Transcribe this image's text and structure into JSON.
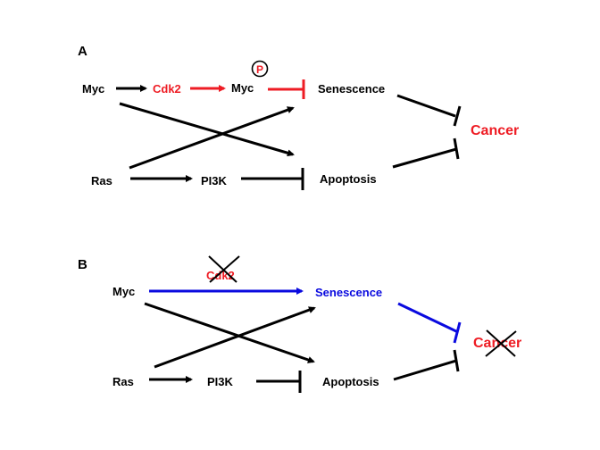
{
  "colors": {
    "black": "#000000",
    "red": "#ee1c24",
    "blue": "#0a0adf"
  },
  "panel_a": {
    "label": "A",
    "nodes": {
      "myc": "Myc",
      "cdk2": "Cdk2",
      "myc_p": "Myc",
      "phospho": "P",
      "senescence": "Senescence",
      "ras": "Ras",
      "pi3k": "PI3K",
      "apoptosis": "Apoptosis",
      "cancer": "Cancer"
    },
    "edges": [
      {
        "from": "Myc",
        "to": "Cdk2",
        "type": "activation",
        "color": "black"
      },
      {
        "from": "Cdk2",
        "to": "Myc-P",
        "type": "activation",
        "color": "red"
      },
      {
        "from": "Myc-P",
        "to": "Senescence",
        "type": "inhibition",
        "color": "red"
      },
      {
        "from": "Myc",
        "to": "Apoptosis",
        "type": "activation",
        "color": "black"
      },
      {
        "from": "Ras",
        "to": "Senescence",
        "type": "activation",
        "color": "black"
      },
      {
        "from": "Ras",
        "to": "PI3K",
        "type": "activation",
        "color": "black"
      },
      {
        "from": "PI3K",
        "to": "Apoptosis",
        "type": "inhibition",
        "color": "black"
      },
      {
        "from": "Senescence",
        "to": "Cancer",
        "type": "inhibition",
        "color": "black"
      },
      {
        "from": "Apoptosis",
        "to": "Cancer",
        "type": "inhibition",
        "color": "black"
      }
    ]
  },
  "panel_b": {
    "label": "B",
    "nodes": {
      "myc": "Myc",
      "cdk2_crossed": "Cdk2",
      "senescence": "Senescence",
      "ras": "Ras",
      "pi3k": "PI3K",
      "apoptosis": "Apoptosis",
      "cancer_crossed": "Cancer"
    },
    "edges": [
      {
        "from": "Myc",
        "to": "Senescence",
        "type": "activation",
        "color": "blue"
      },
      {
        "from": "Myc",
        "to": "Apoptosis",
        "type": "activation",
        "color": "black"
      },
      {
        "from": "Ras",
        "to": "Senescence",
        "type": "activation",
        "color": "black"
      },
      {
        "from": "Ras",
        "to": "PI3K",
        "type": "activation",
        "color": "black"
      },
      {
        "from": "PI3K",
        "to": "Apoptosis",
        "type": "inhibition",
        "color": "black"
      },
      {
        "from": "Senescence",
        "to": "Cancer",
        "type": "inhibition",
        "color": "blue"
      },
      {
        "from": "Apoptosis",
        "to": "Cancer",
        "type": "inhibition",
        "color": "black"
      }
    ]
  }
}
